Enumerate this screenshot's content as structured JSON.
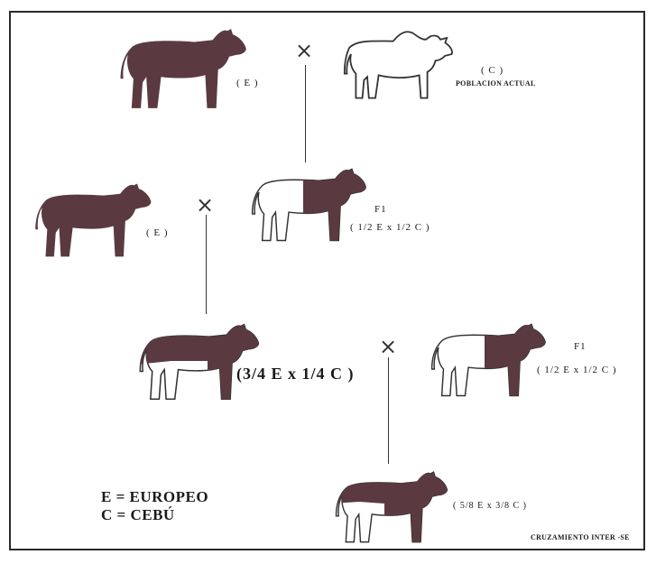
{
  "colors": {
    "dark": "#5a3a40",
    "outline": "#333333",
    "background": "#ffffff"
  },
  "labels": {
    "cow1": "( E )",
    "cow2_code": "( C )",
    "cow2_sub": "POBLACION ACTUAL",
    "cow3": "( E )",
    "cow4_title": "F1",
    "cow4_formula": "( 1/2 E x 1/2 C )",
    "cow5": "(3/4 E x 1/4 C )",
    "cow6_title": "F1",
    "cow6_formula": "( 1/2 E x 1/2 C )",
    "cow7": "( 5/8 E x 3/8 C )"
  },
  "cross_symbol": "×",
  "legend": {
    "line1": "E = EUROPEO",
    "line2": "C = CEBÚ"
  },
  "footer": "CRUZAMIENTO INTER -SE",
  "icons": [
    "cow-europeo-icon",
    "cow-cebu-icon",
    "cow-crossbred-icon",
    "cross-icon"
  ]
}
